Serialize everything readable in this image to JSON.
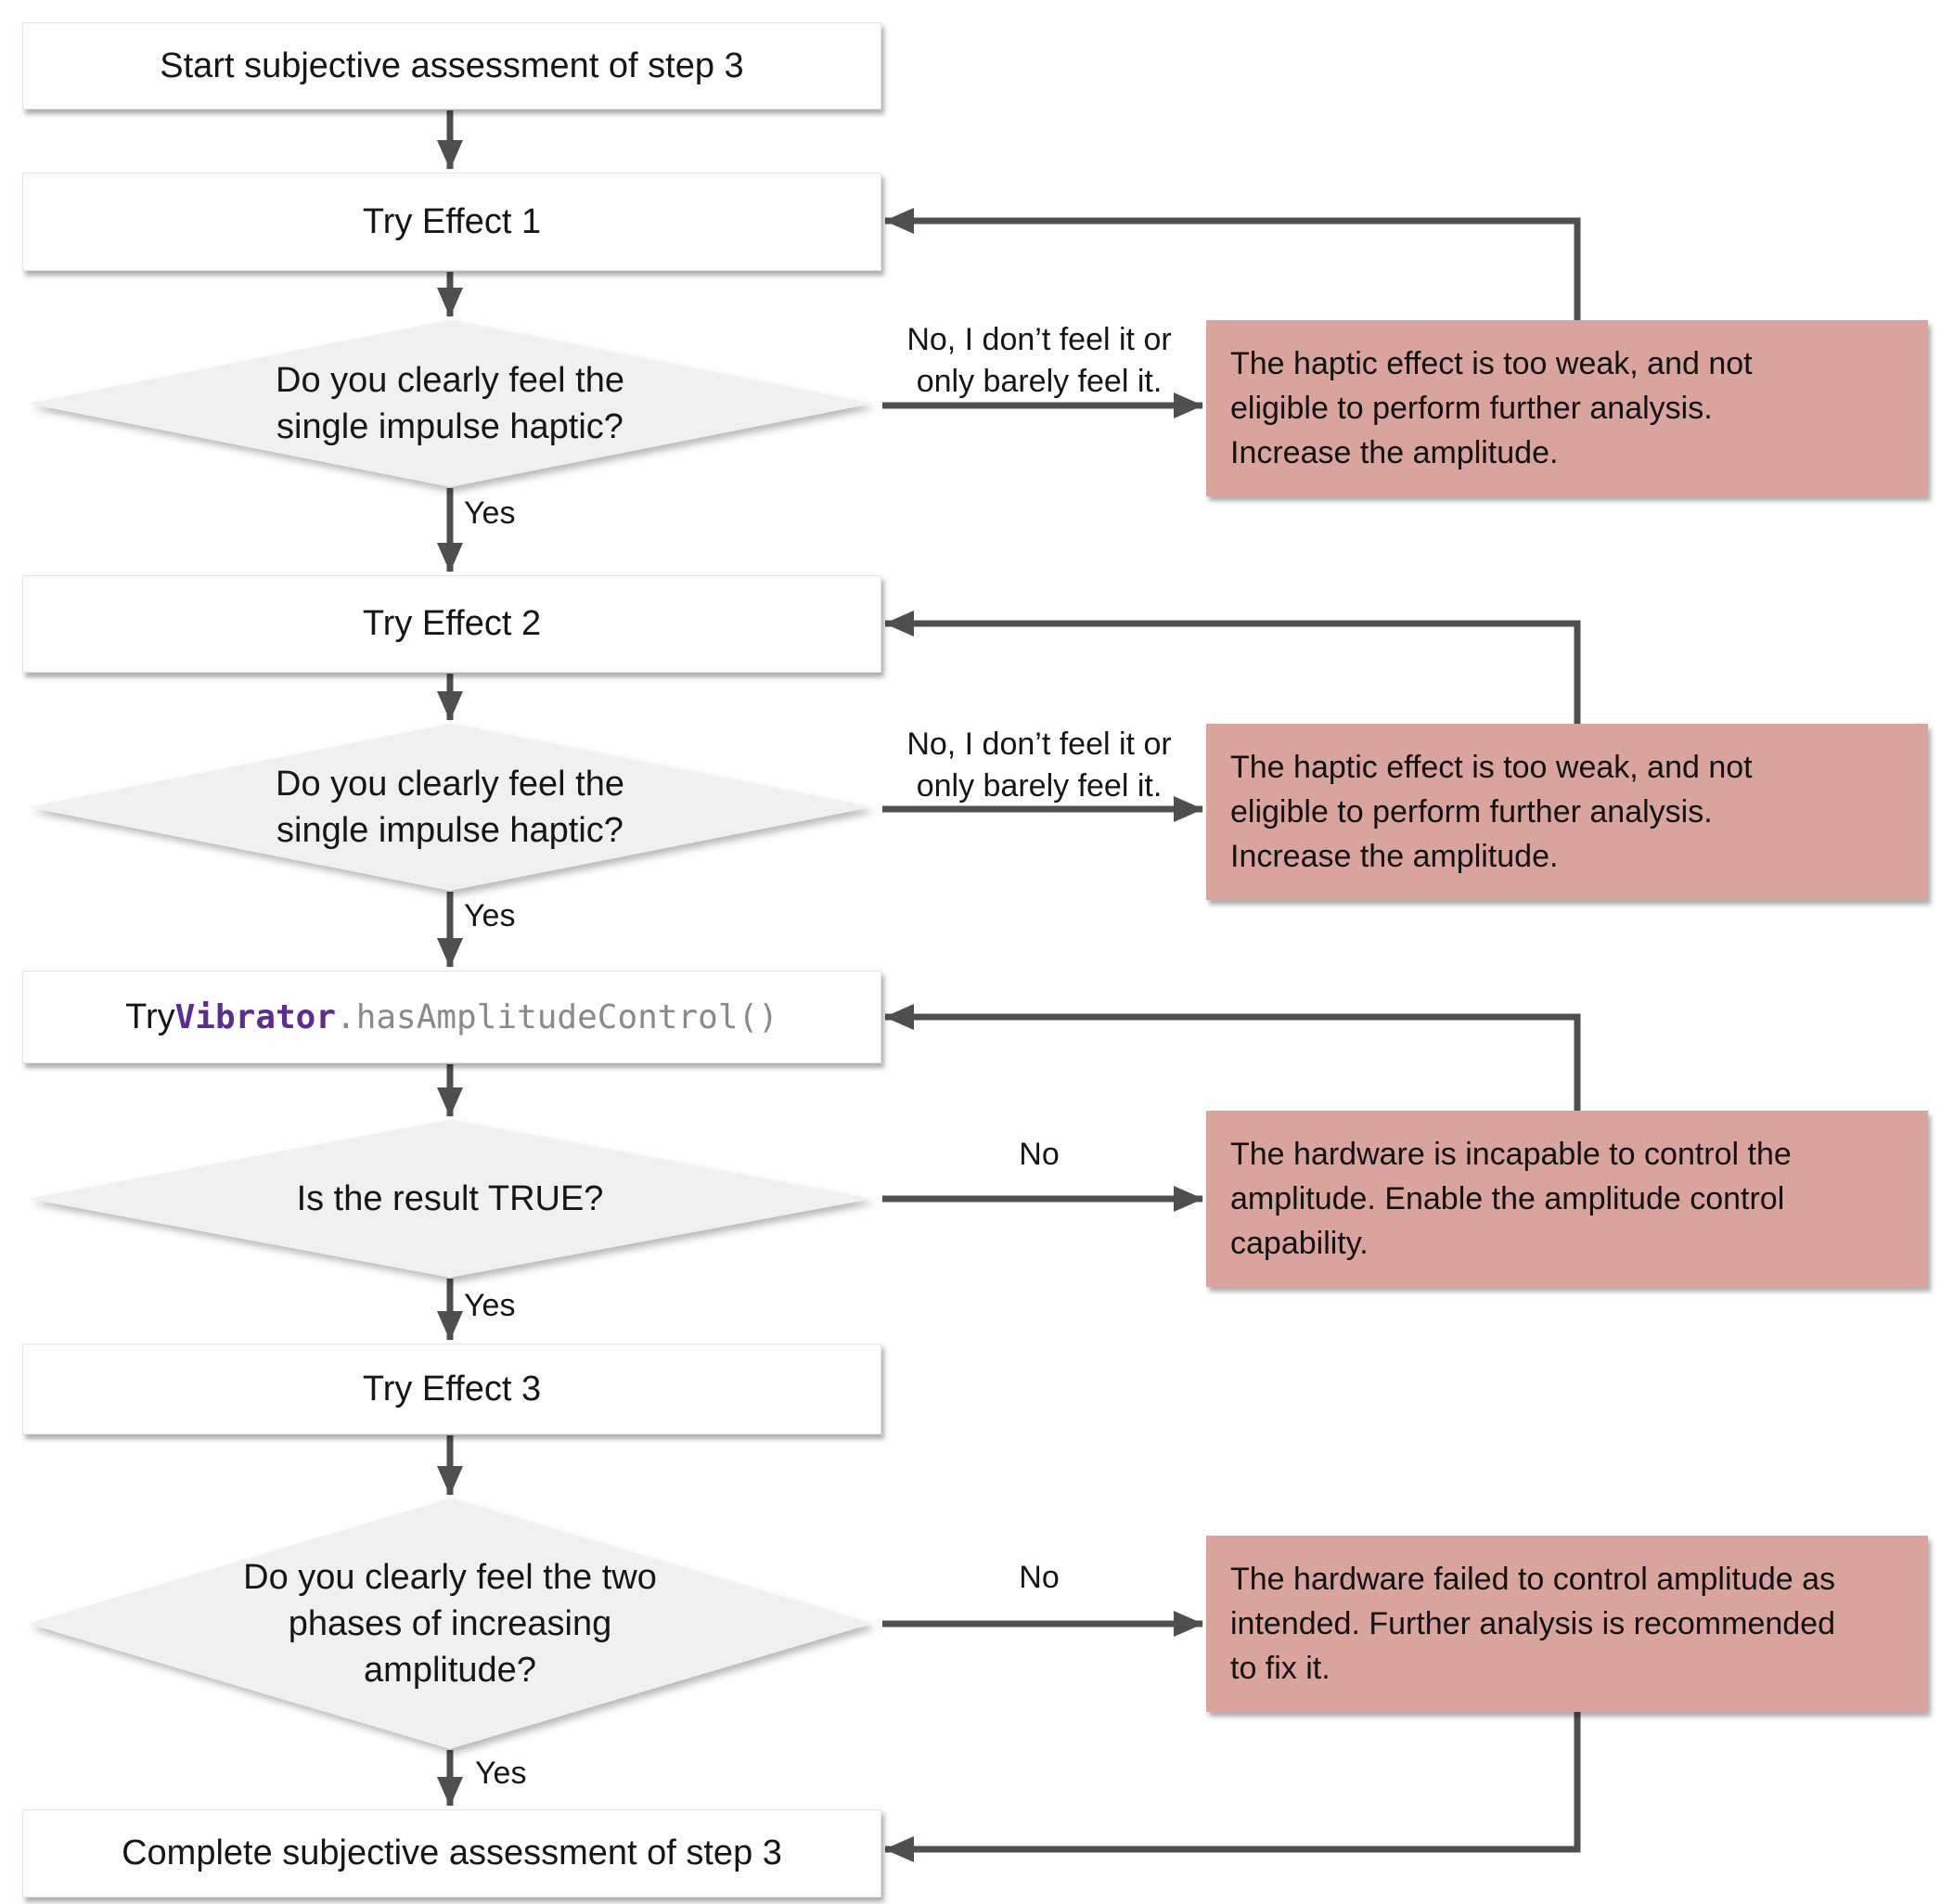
{
  "flowchart": {
    "colors": {
      "process_fill": "#fdfdfd",
      "decision_fill": "#f0f0f0",
      "error_fill": "#d8a49d",
      "connector": "#4f4f4f",
      "code_keyword": "#5b2d90",
      "code_muted": "#8a8a8a",
      "text": "#161616"
    },
    "nodes": {
      "start": {
        "label": "Start subjective assessment of step 3"
      },
      "try_effect_1": {
        "label": "Try Effect 1"
      },
      "decision_feel_1": {
        "lines": [
          "Do you clearly feel the",
          "single impulse haptic?"
        ]
      },
      "error_weak_1": {
        "lines": [
          "The haptic effect is too weak, and not",
          "eligible to perform further analysis.",
          "Increase the amplitude."
        ]
      },
      "try_effect_2": {
        "label": "Try Effect 2"
      },
      "decision_feel_2": {
        "lines": [
          "Do you clearly feel the",
          "single impulse haptic?"
        ]
      },
      "error_weak_2": {
        "lines": [
          "The haptic effect is too weak, and not",
          "eligible to perform further analysis.",
          "Increase the amplitude."
        ]
      },
      "code_check": {
        "prefix": "Try ",
        "keyword": "Vibrator",
        "suffix": ".hasAmplitudeControl()"
      },
      "decision_result_true": {
        "label": "Is the result TRUE?"
      },
      "error_incapable": {
        "lines": [
          "The hardware is incapable to control the",
          "amplitude. Enable the amplitude control",
          "capability."
        ]
      },
      "try_effect_3": {
        "label": "Try Effect 3"
      },
      "decision_two_phases": {
        "lines": [
          "Do you clearly feel the two",
          "phases of increasing",
          "amplitude?"
        ]
      },
      "error_failed": {
        "lines": [
          "The hardware failed to control amplitude as",
          "intended. Further analysis is recommended",
          "to fix it."
        ]
      },
      "complete": {
        "label": "Complete subjective assessment of step 3"
      }
    },
    "edge_labels": {
      "no_feel_1": {
        "lines": [
          "No, I don’t feel it or",
          "only barely feel it."
        ]
      },
      "no_feel_2": {
        "lines": [
          "No, I don’t feel it or",
          "only barely feel it."
        ]
      },
      "yes_1": {
        "label": "Yes"
      },
      "yes_2": {
        "label": "Yes"
      },
      "yes_3": {
        "label": "Yes"
      },
      "yes_4": {
        "label": "Yes"
      },
      "no_3": {
        "label": "No"
      },
      "no_4": {
        "label": "No"
      }
    }
  }
}
